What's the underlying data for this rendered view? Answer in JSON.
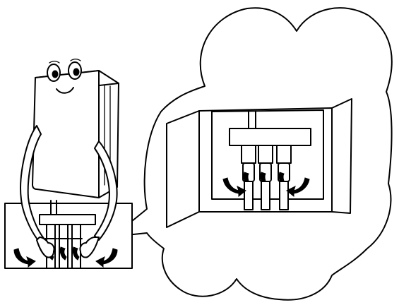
{
  "figure": {
    "colors": {
      "line": "#000000",
      "background": "#ffffff"
    },
    "parts": [
      "water-heater-character",
      "valve-compartment-frame",
      "thought-cloud",
      "compartment-zoom-view",
      "turn-arrows"
    ]
  }
}
